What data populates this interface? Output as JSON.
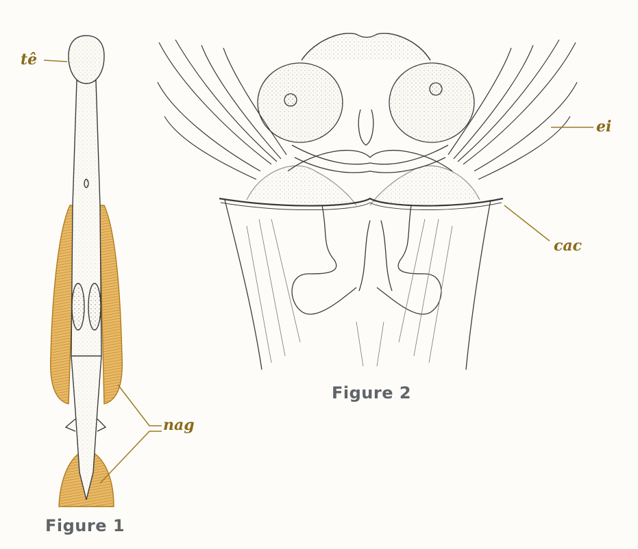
{
  "labels": {
    "te": "tê",
    "ei": "ei",
    "cac": "cac",
    "nag": "nag"
  },
  "captions": {
    "figure1": "Figure 1",
    "figure2": "Figure 2"
  },
  "colors": {
    "background": "#fdfcf8",
    "ink": "#3a3a3a",
    "label": "#8a6a1c",
    "leader_line": "#9c7a28",
    "organ_fill": "#e9b966",
    "caption": "#5f6468"
  }
}
